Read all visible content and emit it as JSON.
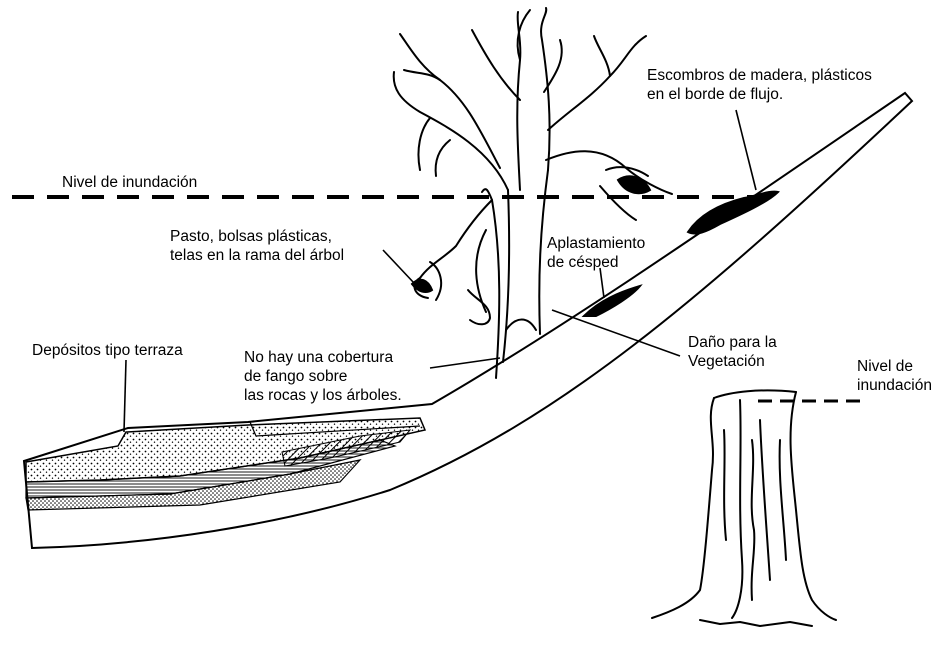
{
  "labels": {
    "flood_level_left": "Nivel de inundación",
    "grass_bags": [
      "Pasto, bolsas plásticas,",
      "telas en la rama del árbol"
    ],
    "wood_debris": [
      "Escombros de madera, plásticos",
      "en el borde de flujo."
    ],
    "grass_flattening": [
      "Aplastamiento",
      "de césped"
    ],
    "terrace_deposits": "Depósitos tipo terraza",
    "no_mud": [
      "No hay una cobertura",
      "de fango sobre",
      "las rocas y los árboles."
    ],
    "vegetation_damage": [
      "Daño para la",
      "Vegetación"
    ],
    "flood_level_right": [
      "Nivel de",
      "inundación"
    ]
  },
  "colors": {
    "ink": "#000000",
    "background": "#ffffff"
  }
}
